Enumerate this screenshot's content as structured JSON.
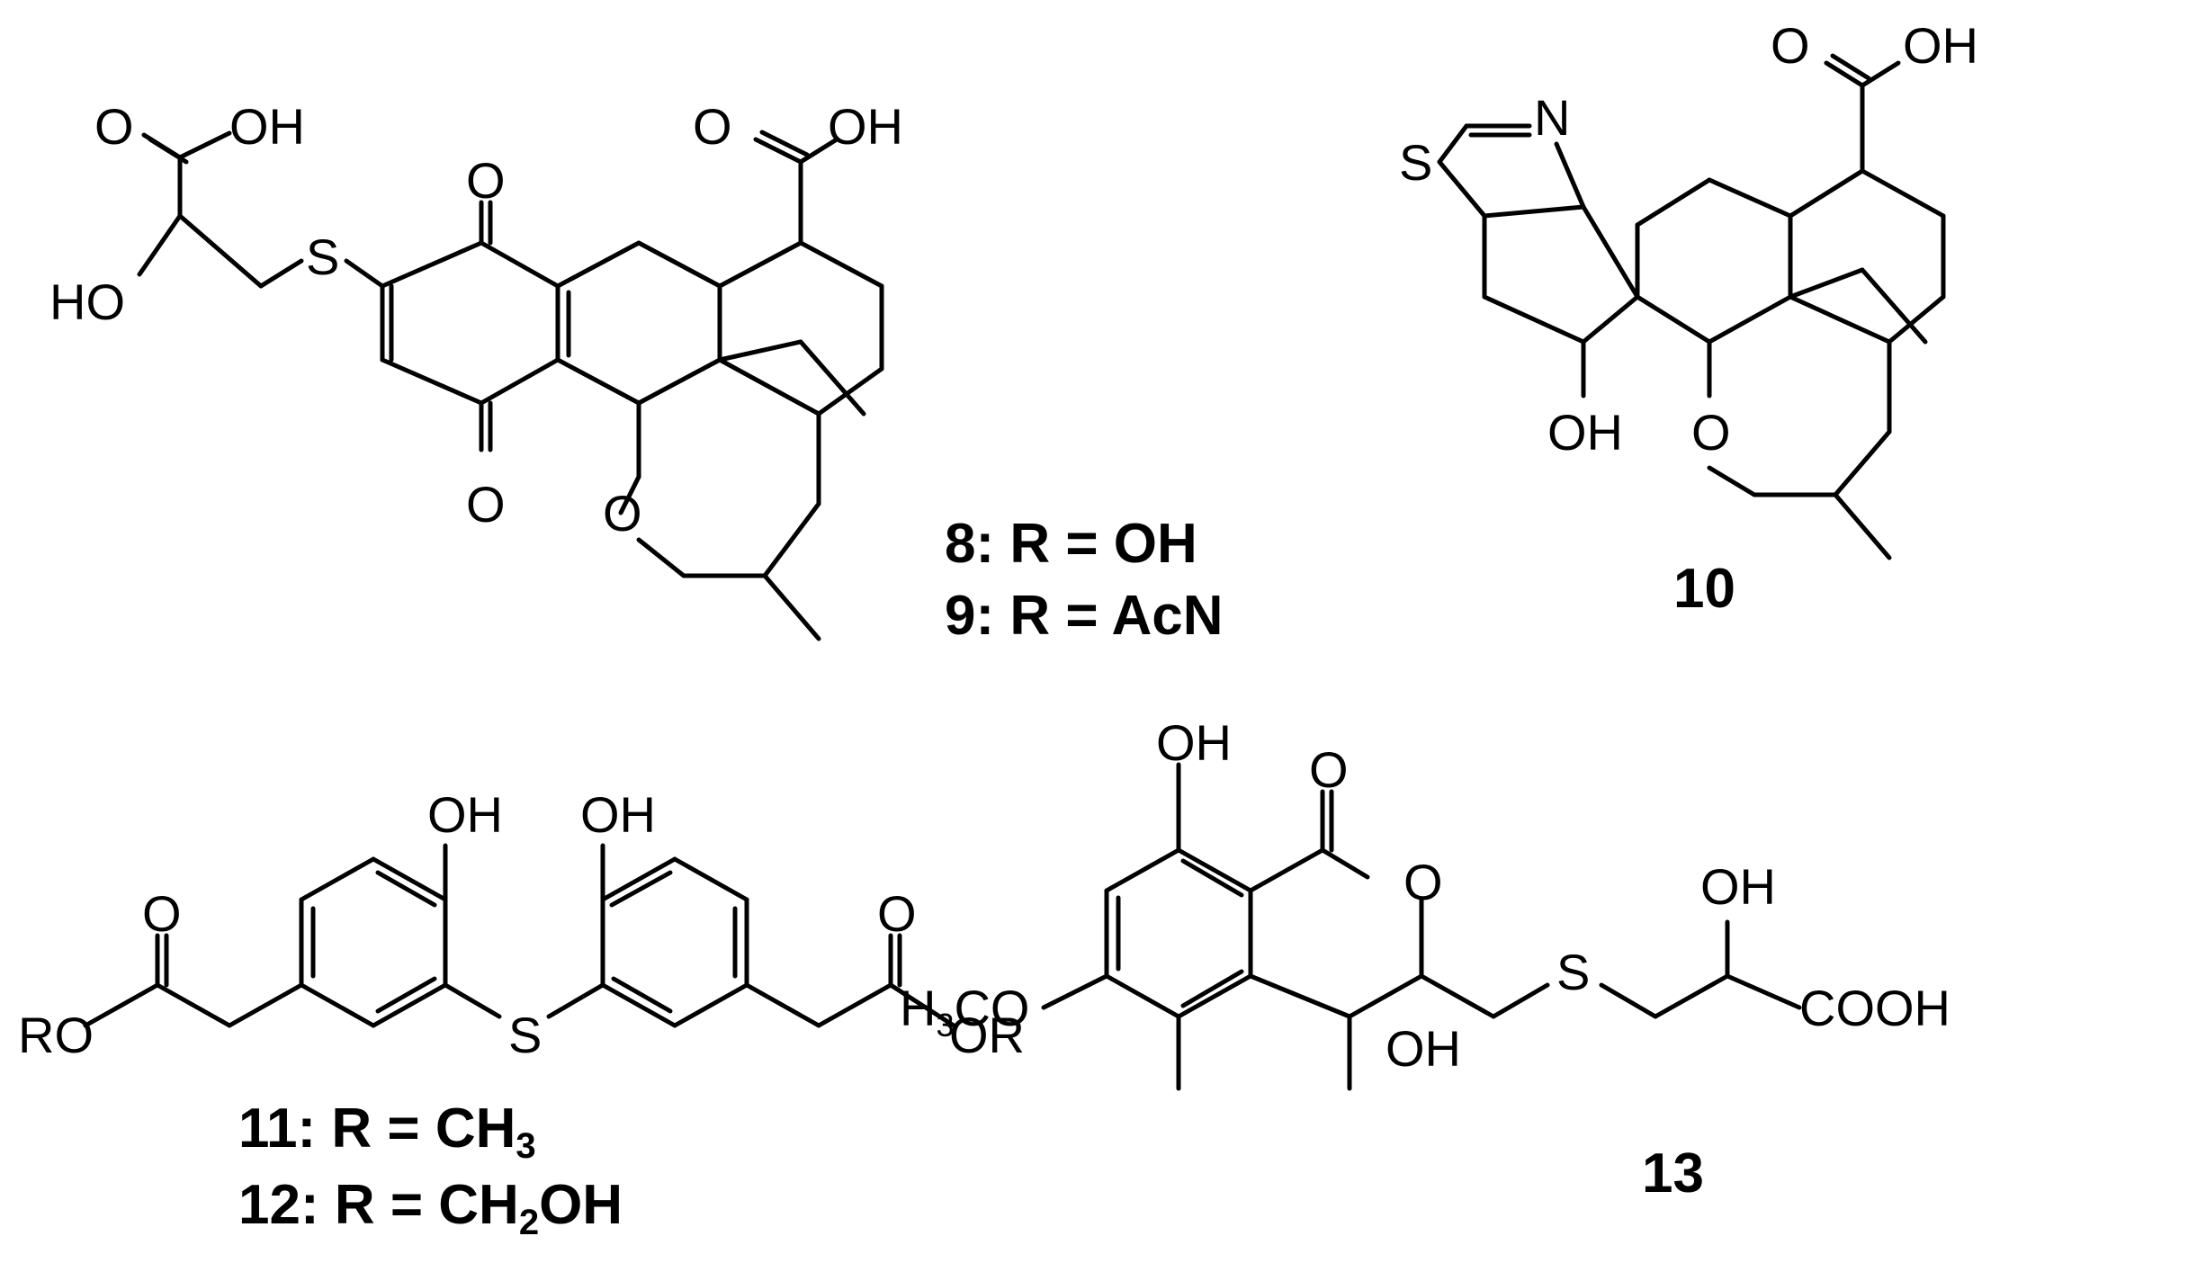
{
  "compounds": {
    "c8_9": {
      "labels": [
        "8: R = OH",
        "9: R = AcN"
      ],
      "atoms": {
        "o_acid_left": "O",
        "oh_acid_left": "OH",
        "ho_left": "HO",
        "s_left": "S",
        "o_quinone_top": "O",
        "o_quinone_bottom": "O",
        "o_ring": "O",
        "o_acid_top": "O",
        "oh_acid_top": "OH"
      }
    },
    "c10": {
      "label": "10",
      "atoms": {
        "n": "N",
        "s": "S",
        "o_acid": "O",
        "oh_acid": "OH",
        "oh_phenol": "OH",
        "o_ring": "O"
      }
    },
    "c11_12": {
      "labels": {
        "l11": {
          "prefix": "11: R = CH",
          "sub": "3",
          "suffix": ""
        },
        "l12": {
          "prefix": "12: R = CH",
          "sub": "2",
          "suffix": "OH"
        }
      },
      "atoms": {
        "oh_left": "OH",
        "oh_right": "OH",
        "s": "S",
        "o_left": "O",
        "o_right": "O",
        "ro": "RO",
        "or": "OR"
      }
    },
    "c13": {
      "label": "13",
      "atoms": {
        "oh_top": "OH",
        "o_carbonyl": "O",
        "o_ring": "O",
        "h3co_prefix": "H",
        "h3co_sub": "3",
        "h3co_suffix": "CO",
        "oh_hemi": "OH",
        "s": "S",
        "oh_side": "OH",
        "cooh": "COOH"
      }
    }
  }
}
